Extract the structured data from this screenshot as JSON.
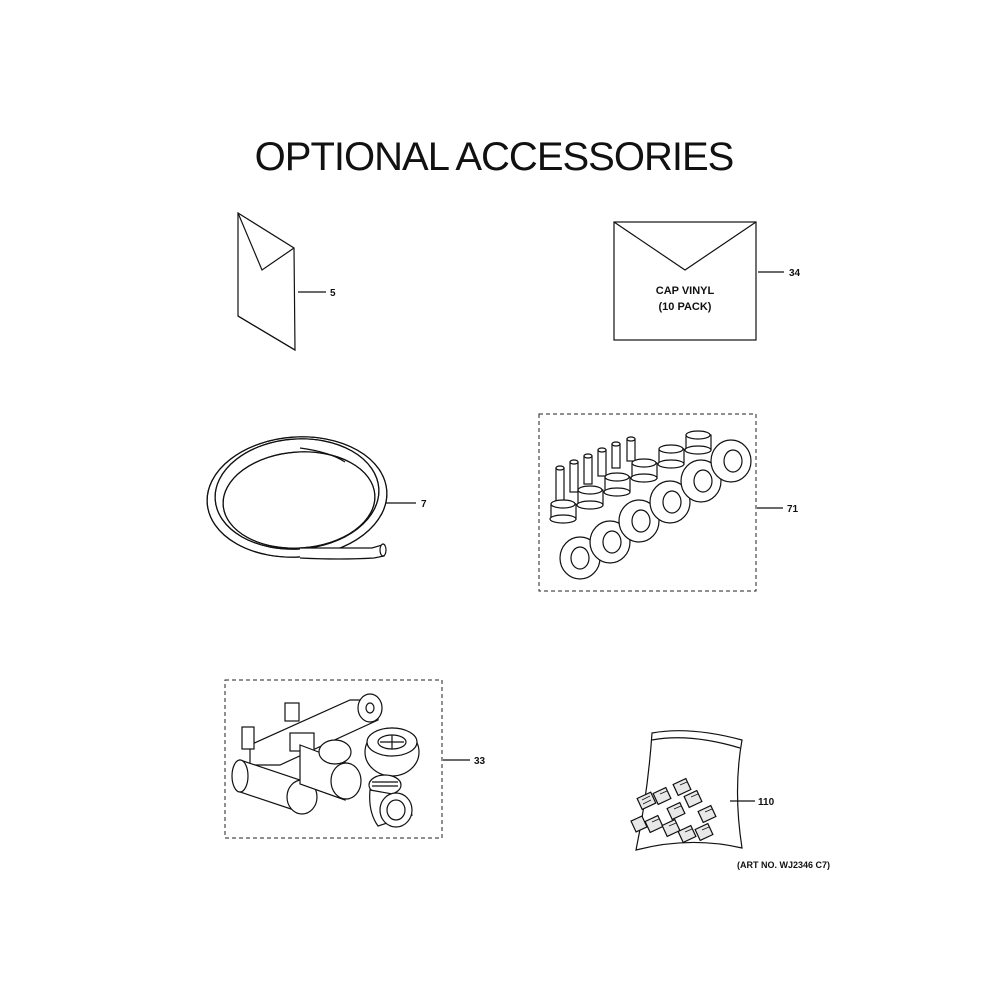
{
  "title": "OPTIONAL ACCESSORIES",
  "parts": {
    "manual": {
      "callout": "5",
      "icon": "manual-booklet-icon"
    },
    "cap_vinyl": {
      "callout": "34",
      "line1": "CAP VINYL",
      "line2": "(10 PACK)",
      "icon": "envelope-icon"
    },
    "tubing": {
      "callout": "7",
      "icon": "coiled-tubing-icon"
    },
    "grommets": {
      "callout": "71",
      "icon": "grommet-set-icon"
    },
    "drain_kit": {
      "callout": "33",
      "icon": "drain-fittings-icon"
    },
    "screws": {
      "callout": "110",
      "icon": "screw-bag-icon"
    }
  },
  "art_number": "(ART NO. WJ2346 C7)"
}
